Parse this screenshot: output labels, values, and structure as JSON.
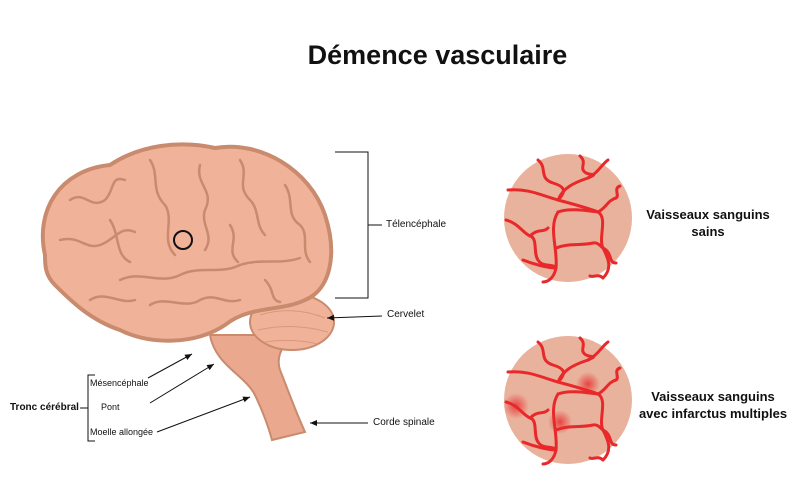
{
  "title": "Démence vasculaire",
  "labels": {
    "telencephale": "Télencéphale",
    "cervelet": "Cervelet",
    "corde_spinale": "Corde spinale",
    "tronc_cerebral": "Tronc cérébral",
    "mesencephale": "Mésencéphale",
    "pont": "Pont",
    "moelle_allongee": "Moelle allongée"
  },
  "captions": {
    "healthy_line1": "Vaisseaux sanguins",
    "healthy_line2": "sains",
    "infarct_line1": "Vaisseaux sanguins",
    "infarct_line2": "avec infarctus multiples"
  },
  "colors": {
    "brain_fill": "#f0b39a",
    "brain_outline": "#c98a6e",
    "tissue": "#e8b29c",
    "vessel": "#e8282a"
  }
}
